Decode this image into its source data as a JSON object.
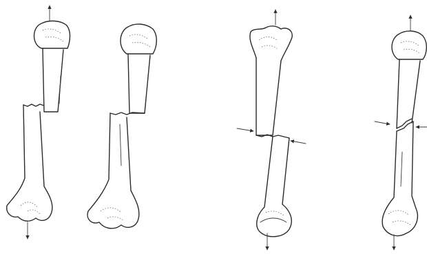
{
  "figure": {
    "description_text": "",
    "colors": {
      "ink": "#2a2a2a",
      "paper": "#ffffff"
    },
    "panels": [
      {
        "name": "bone-transverse-displaced",
        "arrows": [
          "top",
          "bottom"
        ]
      },
      {
        "name": "bone-transverse-aligned",
        "arrows": []
      },
      {
        "name": "bone-compressed-offset",
        "arrows": [
          "top",
          "bottom",
          "left",
          "right"
        ]
      },
      {
        "name": "bone-oblique-fracture",
        "arrows": [
          "top",
          "bottom",
          "left",
          "right"
        ]
      }
    ]
  }
}
